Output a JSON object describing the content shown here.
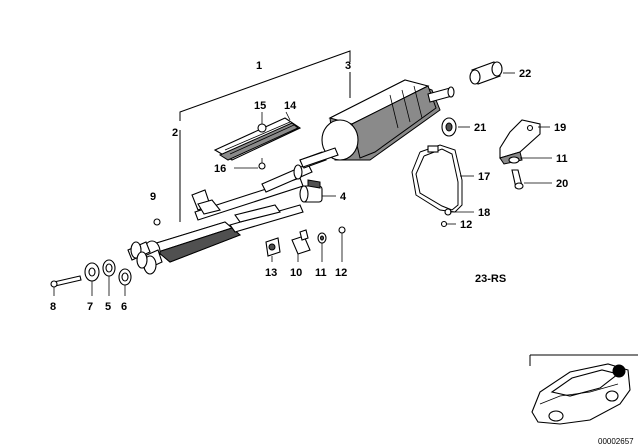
{
  "diagram": {
    "part_numbers": [
      "1",
      "2",
      "3",
      "4",
      "5",
      "6",
      "7",
      "8",
      "9",
      "10",
      "11",
      "11",
      "12",
      "12",
      "13",
      "14",
      "15",
      "16",
      "17",
      "18",
      "19",
      "20",
      "21",
      "22"
    ],
    "reference": "23-RS",
    "diagram_code": "00002657"
  }
}
